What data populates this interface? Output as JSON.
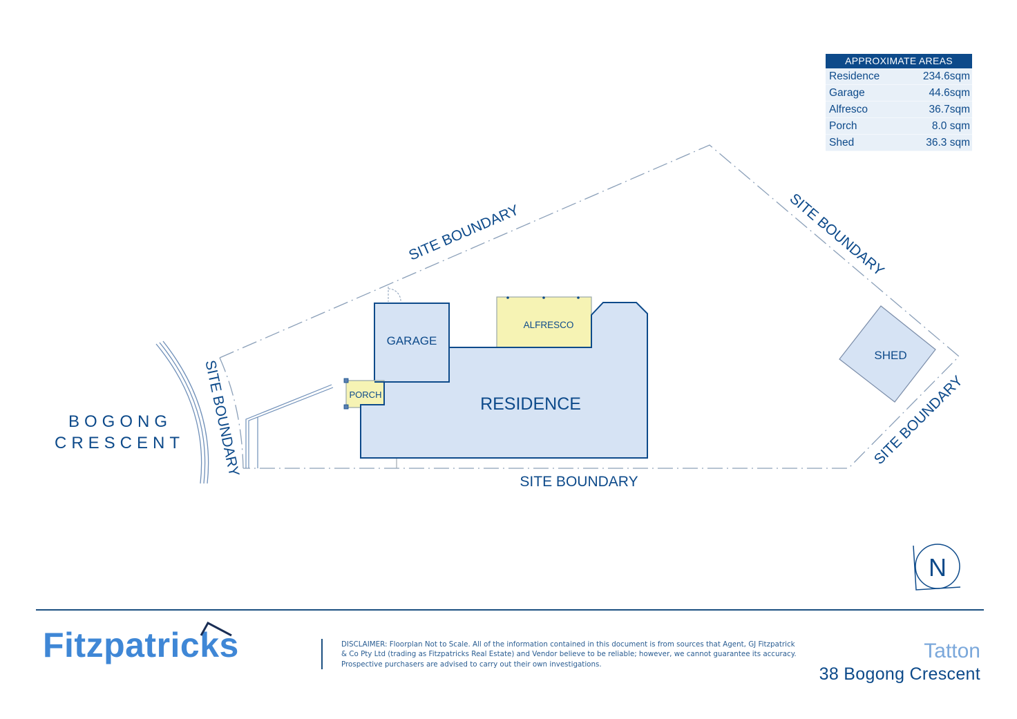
{
  "plan": {
    "street_name_line1": "BOGONG",
    "street_name_line2": "CRESCENT",
    "boundary_labels": {
      "north_west": "SITE BOUNDARY",
      "north_east": "SITE BOUNDARY",
      "south_east": "SITE BOUNDARY",
      "south": "SITE BOUNDARY",
      "west": "SITE BOUNDARY"
    },
    "rooms": {
      "garage": "GARAGE",
      "alfresco": "ALFRESCO",
      "porch": "PORCH",
      "residence": "RESIDENCE",
      "shed": "SHED"
    },
    "north_label": "N",
    "colors": {
      "building_fill": "#d6e3f4",
      "building_stroke": "#0d4a8a",
      "outdoor_fill": "#f6f3b4",
      "boundary_stroke": "#8a9fb8"
    }
  },
  "areas_table": {
    "title": "APPROXIMATE AREAS",
    "rows": [
      {
        "name": "Residence",
        "value": "234.6sqm"
      },
      {
        "name": "Garage",
        "value": "44.6sqm"
      },
      {
        "name": "Alfresco",
        "value": "36.7sqm"
      },
      {
        "name": "Porch",
        "value": "8.0 sqm"
      },
      {
        "name": "Shed",
        "value": "36.3 sqm"
      }
    ]
  },
  "footer": {
    "brand": "Fitzpatricks",
    "disclaimer_lines": [
      "DISCLAIMER: Floorplan Not to Scale. All of the information contained in this document is from sources that Agent, GJ Fitzpatrick",
      "& Co Pty Ltd (trading as Fitzpatricks Real Estate) and Vendor believe to be reliable; however, we cannot guarantee its accuracy.",
      "Prospective purchasers are advised to carry out their own investigations."
    ],
    "suburb": "Tatton",
    "address": "38 Bogong Crescent"
  }
}
